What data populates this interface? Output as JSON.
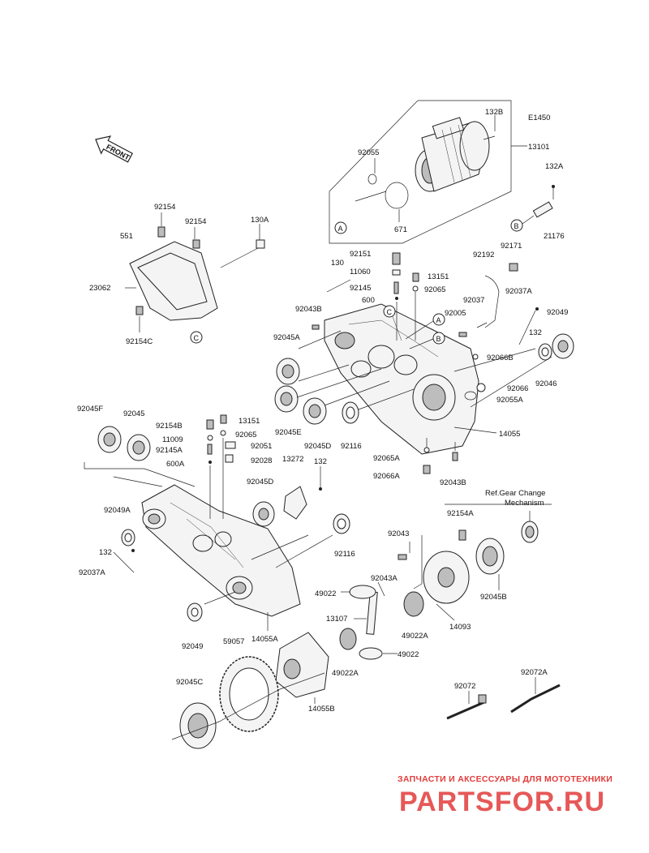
{
  "diagram": {
    "code": "E1450",
    "front_label": "FRONT",
    "ref_note_line1": "Ref.Gear Change",
    "ref_note_line2": "Mechanism",
    "callouts": [
      "A",
      "B",
      "C"
    ],
    "parts": {
      "p132B": "132B",
      "p13101": "13101",
      "p92055": "92055",
      "p671": "671",
      "p132A": "132A",
      "p21176": "21176",
      "p92154a": "92154",
      "p92154b": "92154",
      "p130A": "130A",
      "p551": "551",
      "p23062": "23062",
      "p92154C": "92154C",
      "p92151": "92151",
      "p130": "130",
      "p11060": "11060",
      "p13151a": "13151",
      "p92145": "92145",
      "p92065a": "92065",
      "p600": "600",
      "p92043B_top": "92043B",
      "p92192": "92192",
      "p92171": "92171",
      "p92037A_top": "92037A",
      "p92037": "92037",
      "p92005": "92005",
      "p92045A": "92045A",
      "p132_mid": "132",
      "p92049_top": "92049",
      "p92066B": "92066B",
      "p92066": "92066",
      "p92046": "92046",
      "p92055A": "92055A",
      "p92045E": "92045E",
      "p92045D_mid": "92045D",
      "p92116_mid": "92116",
      "p14055": "14055",
      "p92065A": "92065A",
      "p92066A": "92066A",
      "p92043B_bot": "92043B",
      "p92045F": "92045F",
      "p92045": "92045",
      "p92154B": "92154B",
      "p13151b": "13151",
      "p11009": "11009",
      "p92065b": "92065",
      "p92145A": "92145A",
      "p92051": "92051",
      "p600A": "600A",
      "p92028": "92028",
      "p13272": "13272",
      "p132_low": "132",
      "p92045D_low": "92045D",
      "p92049A": "92049A",
      "p132_left": "132",
      "p92037A_left": "92037A",
      "p92116_low": "92116",
      "p92043": "92043",
      "p92154A": "92154A",
      "p92043A": "92043A",
      "p49022_a": "49022",
      "p13107": "13107",
      "p49022A_a": "49022A",
      "p49022A_b": "49022A",
      "p49022_b": "49022",
      "p14093": "14093",
      "p92045B": "92045B",
      "p92049_low": "92049",
      "p14055A": "14055A",
      "p59057": "59057",
      "p92045C": "92045C",
      "p14055B": "14055B",
      "p92072": "92072",
      "p92072A": "92072A"
    }
  },
  "watermark": {
    "tagline": "ЗАПЧАСТИ И АКСЕССУАРЫ ДЛЯ МОТОТЕХНИКИ",
    "brand": "PARTSFOR.RU"
  },
  "colors": {
    "line": "#222222",
    "watermark": "#e23b3b",
    "background": "#ffffff"
  }
}
